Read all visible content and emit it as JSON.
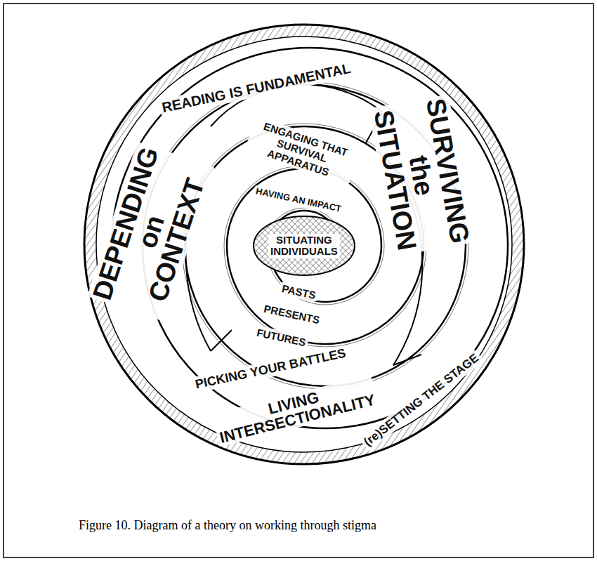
{
  "diagram": {
    "caption": "Figure 10. Diagram of a theory on working through stigma",
    "nodes": [
      {
        "text": [
          "DEPENDING on CONTEXT"
        ]
      },
      {
        "text": [
          "READING IS FUNDAMENTAL"
        ]
      },
      {
        "text": [
          "SURVIVING the SITUATION"
        ]
      },
      {
        "text": [
          "ENGAGING THAT SURVIVAL APPARATUS"
        ]
      },
      {
        "text": [
          "HAVING AN IMPACT"
        ]
      },
      {
        "text": [
          "SITUATING INDIVIDUALS"
        ]
      },
      {
        "text": [
          "PASTS"
        ]
      },
      {
        "text": [
          "PRESENTS"
        ]
      },
      {
        "text": [
          "FUTURES"
        ]
      },
      {
        "text": [
          "PICKING YOUR BATTLES"
        ]
      },
      {
        "text": [
          "LIVING INTERSECTIONALITY"
        ]
      },
      {
        "text": [
          "(re)SETTING THE STAGE"
        ]
      }
    ]
  }
}
